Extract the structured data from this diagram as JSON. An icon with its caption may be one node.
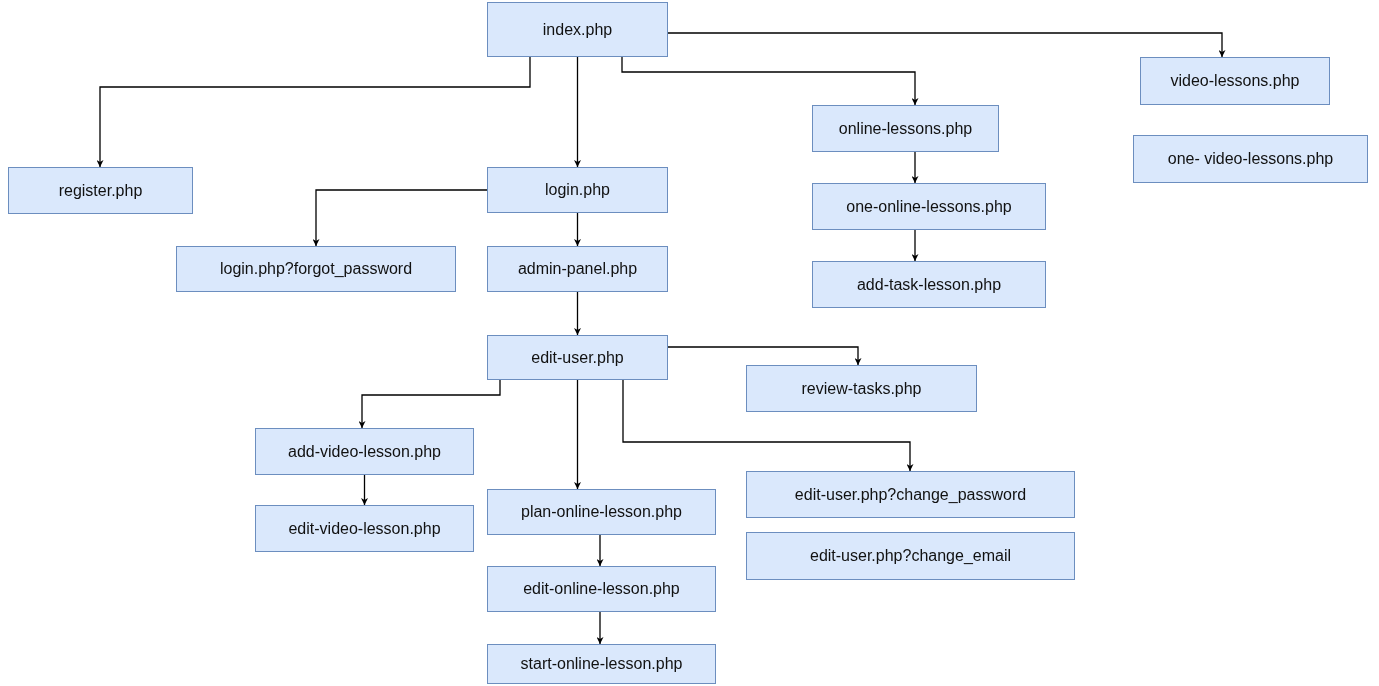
{
  "diagram": {
    "nodes": [
      {
        "text": [
          "index.php"
        ]
      },
      {
        "text": [
          "register.php"
        ]
      },
      {
        "text": [
          "login.php"
        ]
      },
      {
        "text": [
          "login.php?forgot_password"
        ]
      },
      {
        "text": [
          "admin-panel.php"
        ]
      },
      {
        "text": [
          "online-lessons.php"
        ]
      },
      {
        "text": [
          "one-online-lessons.php"
        ]
      },
      {
        "text": [
          "add-task-lesson.php"
        ]
      },
      {
        "text": [
          "video-lessons.php"
        ]
      },
      {
        "text": [
          "one- video-lessons.php"
        ]
      },
      {
        "text": [
          "edit-user.php"
        ]
      },
      {
        "text": [
          "review-tasks.php"
        ]
      },
      {
        "text": [
          "add-video-lesson.php"
        ]
      },
      {
        "text": [
          "edit-video-lesson.php"
        ]
      },
      {
        "text": [
          "plan-online-lesson.php"
        ]
      },
      {
        "text": [
          "edit-online-lesson.php"
        ]
      },
      {
        "text": [
          "start-online-lesson.php"
        ]
      },
      {
        "text": [
          "edit-user.php?change_password"
        ]
      },
      {
        "text": [
          "edit-user.php?change_email"
        ]
      }
    ],
    "edges": [
      {
        "from": 0,
        "to": 1,
        "arrow": "to"
      },
      {
        "from": 0,
        "to": 2,
        "arrow": "to"
      },
      {
        "from": 0,
        "to": 5,
        "arrow": "to"
      },
      {
        "from": 0,
        "to": 8,
        "arrow": "to"
      },
      {
        "from": 2,
        "to": 3,
        "arrow": "to"
      },
      {
        "from": 2,
        "to": 4,
        "arrow": "to"
      },
      {
        "from": 4,
        "to": 10,
        "arrow": "to"
      },
      {
        "from": 5,
        "to": 6,
        "arrow": "to"
      },
      {
        "from": 6,
        "to": 7,
        "arrow": "to"
      },
      {
        "from": 10,
        "to": 11,
        "arrow": "to"
      },
      {
        "from": 10,
        "to": 12,
        "arrow": "to"
      },
      {
        "from": 10,
        "to": 14,
        "arrow": "to"
      },
      {
        "from": 10,
        "to": 17,
        "arrow": "to"
      },
      {
        "from": 12,
        "to": 13,
        "arrow": "to"
      },
      {
        "from": 14,
        "to": 15,
        "arrow": "to"
      },
      {
        "from": 15,
        "to": 16,
        "arrow": "to"
      }
    ]
  }
}
